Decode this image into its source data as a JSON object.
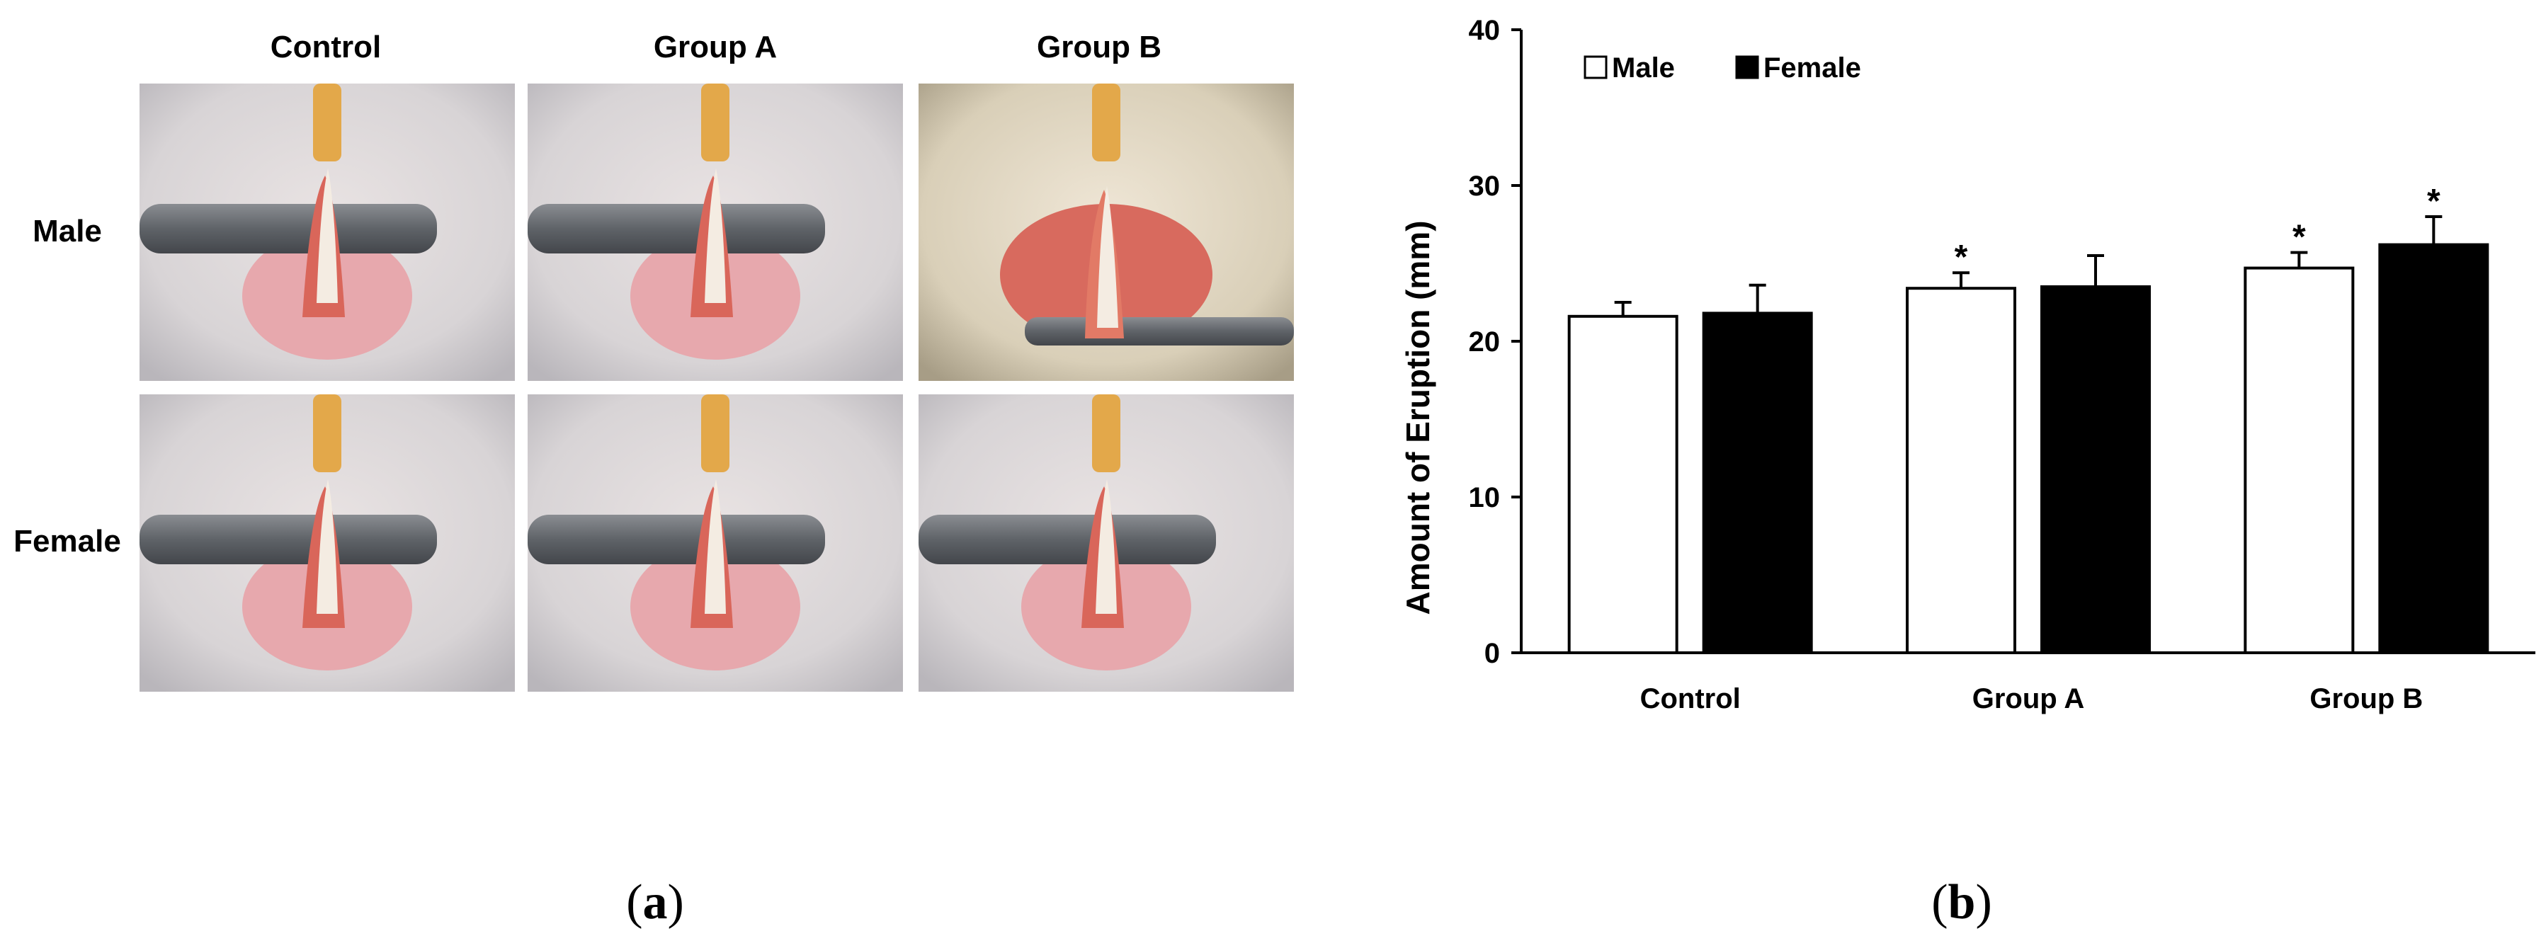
{
  "panel_a": {
    "columns": [
      "Control",
      "Group A",
      "Group B"
    ],
    "rows": [
      "Male",
      "Female"
    ],
    "label_open": "(",
    "label_letter": "a",
    "label_close": ")"
  },
  "panel_b": {
    "label_open": "(",
    "label_letter": "b",
    "label_close": ")"
  },
  "colors": {
    "male_fill": "#ffffff",
    "female_fill": "#000000",
    "outline": "#000000"
  },
  "chart_data": {
    "type": "bar",
    "title": "",
    "ylabel": "Amount of Eruption (mm)",
    "xlabel": "",
    "categories": [
      "Control",
      "Group A",
      "Group B"
    ],
    "ylim": [
      0,
      40
    ],
    "yticks": [
      0,
      10,
      20,
      30,
      40
    ],
    "series": [
      {
        "name": "Male",
        "values": [
          21.6,
          23.4,
          24.7
        ],
        "errors": [
          0.9,
          1.0,
          1.0
        ],
        "significant": [
          false,
          true,
          true
        ]
      },
      {
        "name": "Female",
        "values": [
          21.8,
          23.5,
          26.2
        ],
        "errors": [
          1.8,
          2.0,
          1.8
        ],
        "significant": [
          false,
          false,
          true
        ]
      }
    ],
    "significance_marker": "*",
    "legend_position": "top-left",
    "grid": false
  }
}
